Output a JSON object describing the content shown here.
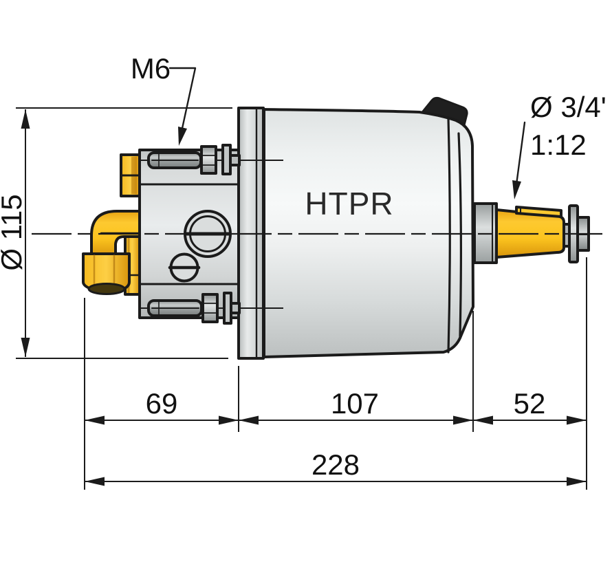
{
  "drawing": {
    "model": "HTPR",
    "callouts": {
      "bolt_thread": "M6",
      "shaft_diameter": "Ø 3/4'",
      "shaft_taper": "1:12"
    },
    "dimensions": {
      "body_diameter": "Ø 115",
      "front_length": "69",
      "body_length": "107",
      "shaft_length": "52",
      "overall_length": "228"
    },
    "colors": {
      "brass_yellow": "#fcc728",
      "steel_light": "#eef1f1",
      "steel_dark": "#b7bbbb",
      "outline": "#1b1b1b"
    }
  }
}
